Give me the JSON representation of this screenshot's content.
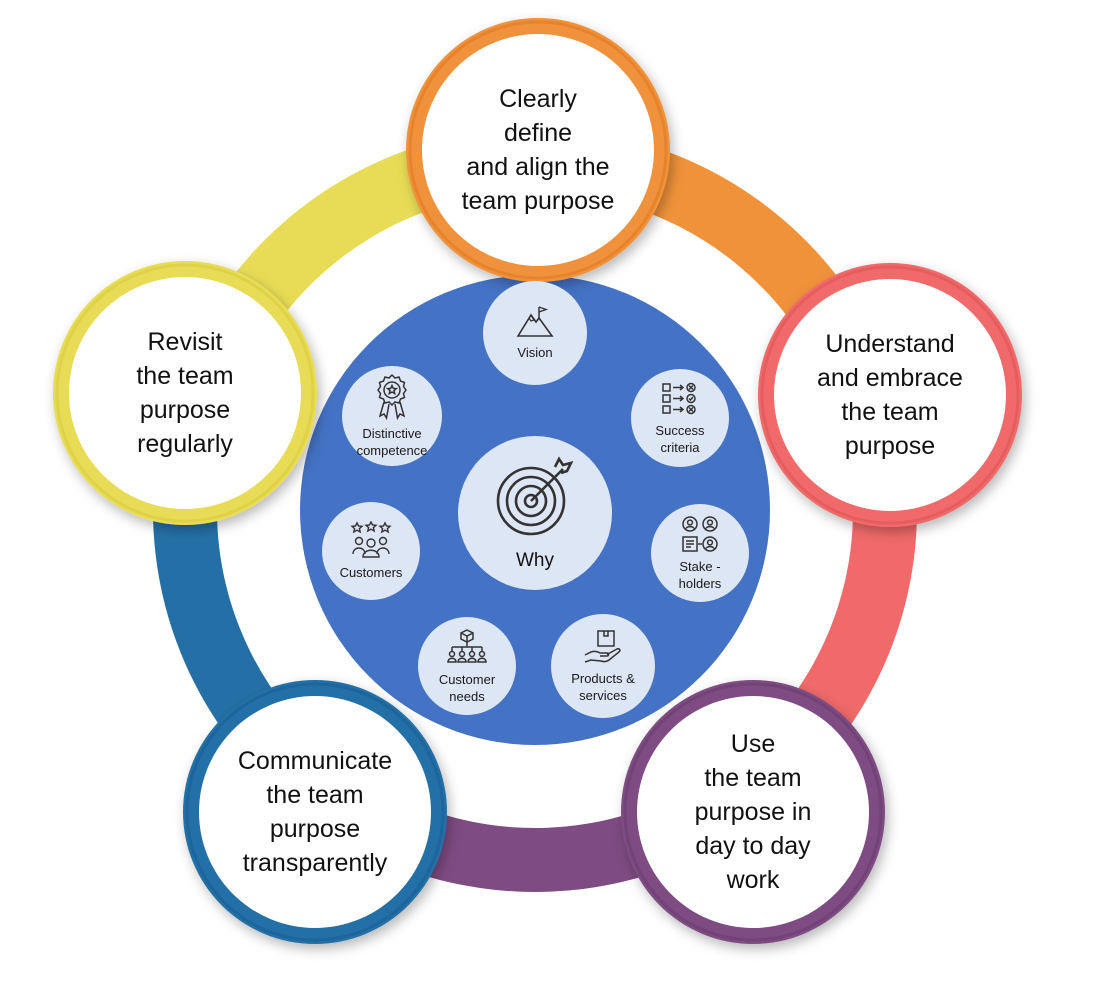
{
  "steps": [
    {
      "id": "define",
      "lines": [
        "Clearly",
        "define",
        "and align the",
        "team purpose"
      ],
      "color": "#f0923a",
      "dark": "#e07a22"
    },
    {
      "id": "understand",
      "lines": [
        "Understand",
        "and embrace",
        "the team",
        "purpose"
      ],
      "color": "#f06a6a",
      "dark": "#e05557"
    },
    {
      "id": "use",
      "lines": [
        "Use",
        "the team",
        "purpose in",
        "day to day",
        "work"
      ],
      "color": "#7e4b82",
      "dark": "#6b3d70"
    },
    {
      "id": "communicate",
      "lines": [
        "Communicate",
        "the team",
        "purpose",
        "transparently"
      ],
      "color": "#2470a6",
      "dark": "#1b5e92"
    },
    {
      "id": "revisit",
      "lines": [
        "Revisit",
        "the team",
        "purpose",
        "regularly"
      ],
      "color": "#e8dc56",
      "dark": "#d8cb3c"
    }
  ],
  "center": {
    "label": "Why",
    "icon": "target-icon"
  },
  "hubs": [
    {
      "id": "vision",
      "lines": [
        "Vision"
      ],
      "icon": "mountain-flag-icon"
    },
    {
      "id": "success",
      "lines": [
        "Success",
        "criteria"
      ],
      "icon": "checklist-icon"
    },
    {
      "id": "stakeholders",
      "lines": [
        "Stake -",
        "holders"
      ],
      "icon": "stakeholders-icon"
    },
    {
      "id": "products",
      "lines": [
        "Products &",
        "services"
      ],
      "icon": "hand-box-icon"
    },
    {
      "id": "needs",
      "lines": [
        "Customer",
        "needs"
      ],
      "icon": "hierarchy-icon"
    },
    {
      "id": "customers",
      "lines": [
        "Customers"
      ],
      "icon": "rated-people-icon"
    },
    {
      "id": "competence",
      "lines": [
        "Distinctive",
        "competence"
      ],
      "icon": "award-ribbon-icon"
    }
  ],
  "colors": {
    "inner_disc": "#4472c4",
    "hub_fill": "#dde6f4",
    "icon_stroke": "#333333"
  }
}
